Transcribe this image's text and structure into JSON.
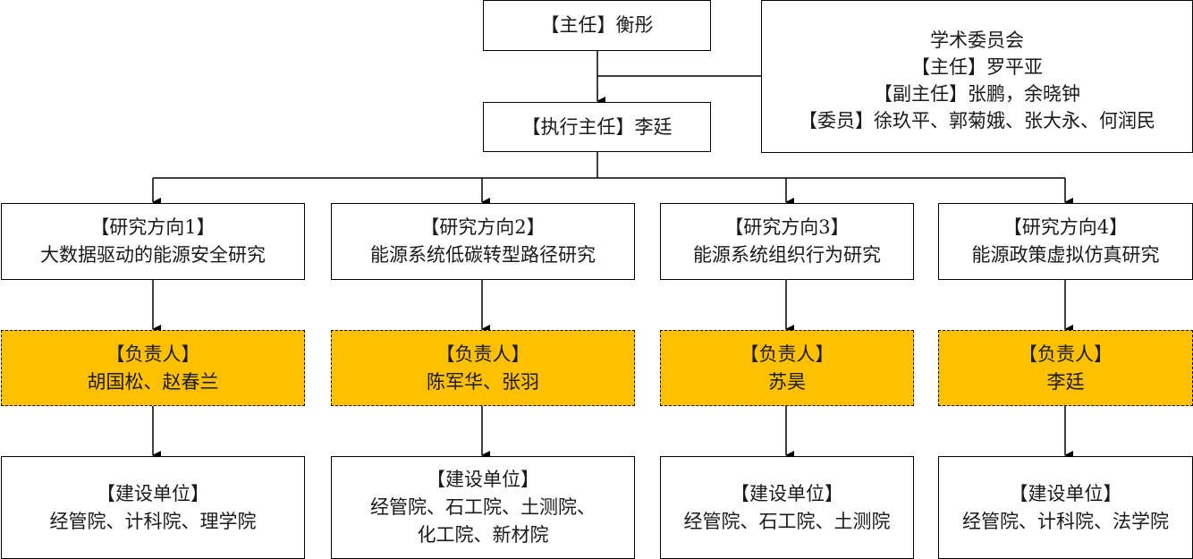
{
  "director": {
    "label": "【主任】衡彤"
  },
  "executive_director": {
    "label": "【执行主任】李廷"
  },
  "academic_committee": {
    "title": "学术委员会",
    "chair": "【主任】罗平亚",
    "vice_chair": "【副主任】张鹏，余晓钟",
    "members": "【委员】徐玖平、郭菊娥、张大永、何润民"
  },
  "research_directions": [
    {
      "heading": "【研究方向1】",
      "topic": "大数据驱动的能源安全研究",
      "lead_heading": "【负责人】",
      "lead_names": "胡国松、赵春兰",
      "units_heading": "【建设单位】",
      "units_lines": [
        "经管院、计科院、理学院"
      ]
    },
    {
      "heading": "【研究方向2】",
      "topic": "能源系统低碳转型路径研究",
      "lead_heading": "【负责人】",
      "lead_names": "陈军华、张羽",
      "units_heading": "【建设单位】",
      "units_lines": [
        "经管院、石工院、土测院、",
        "化工院、新材院"
      ]
    },
    {
      "heading": "【研究方向3】",
      "topic": "能源系统组织行为研究",
      "lead_heading": "【负责人】",
      "lead_names": "苏昊",
      "units_heading": "【建设单位】",
      "units_lines": [
        "经管院、石工院、土测院"
      ]
    },
    {
      "heading": "【研究方向4】",
      "topic": "能源政策虚拟仿真研究",
      "lead_heading": "【负责人】",
      "lead_names": "李廷",
      "units_heading": "【建设单位】",
      "units_lines": [
        "经管院、计科院、法学院"
      ]
    }
  ],
  "colors": {
    "lead_fill": "#FFC000",
    "border": "#000000"
  }
}
